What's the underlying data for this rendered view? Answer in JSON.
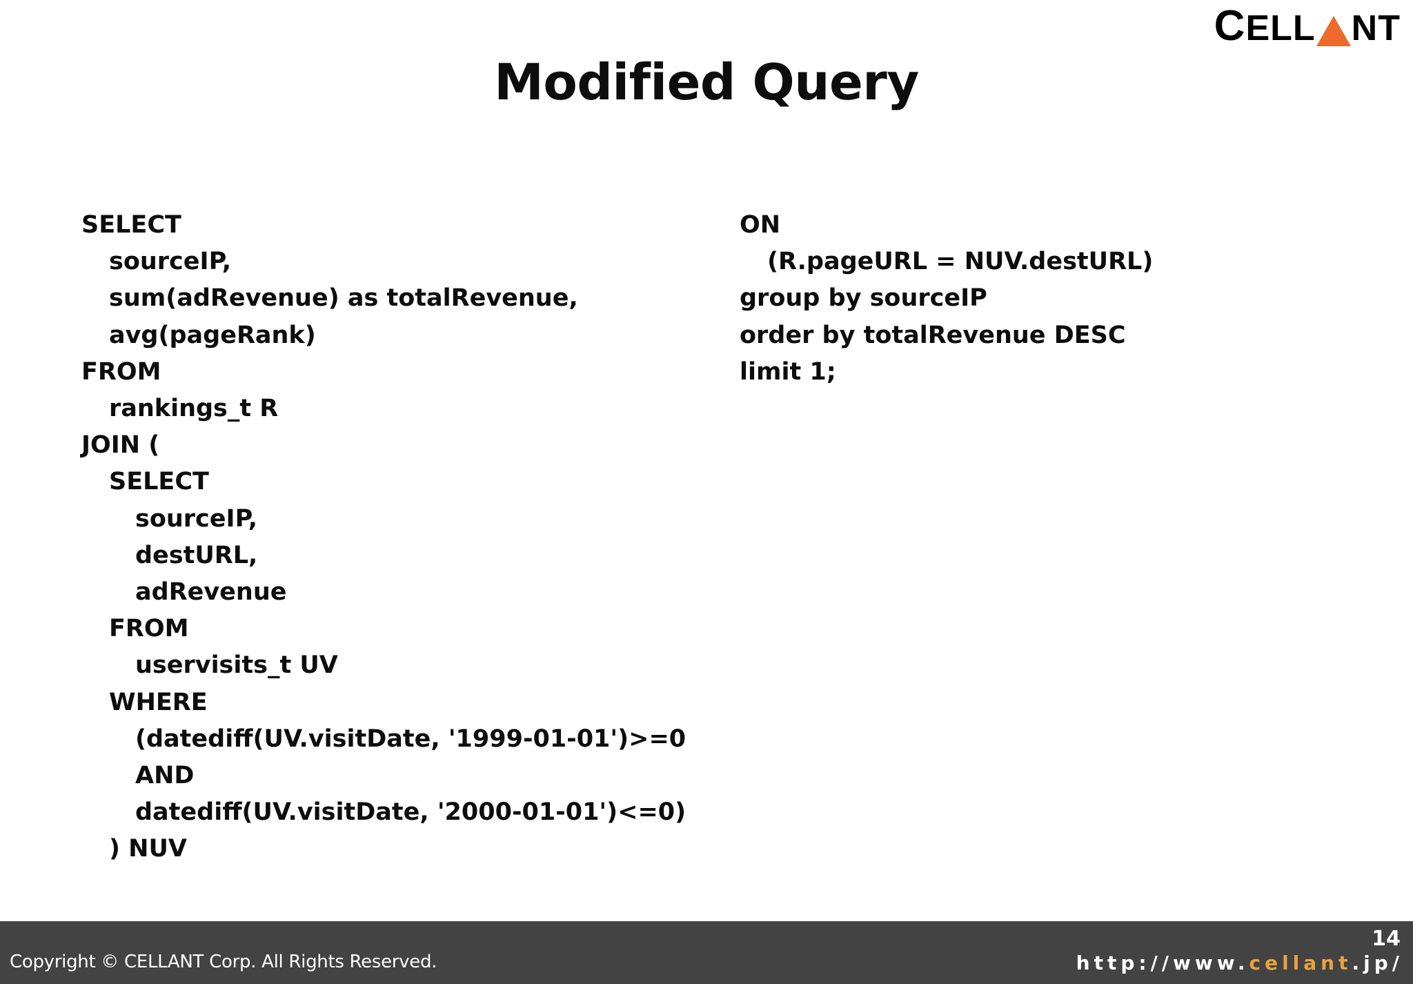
{
  "brand": {
    "logo_text_part1": "C",
    "logo_text_part2": "ELL",
    "logo_text_part3": "NT",
    "logo_full_text": "CELLANT",
    "accent_color": "#EC6B2D",
    "triangle_icon_name": "orange-triangle-letter-a"
  },
  "slide": {
    "title": "Modified Query"
  },
  "query": {
    "left_column": [
      {
        "indent": 0,
        "text": "SELECT"
      },
      {
        "indent": 1,
        "text": "sourceIP,"
      },
      {
        "indent": 1,
        "text": "sum(adRevenue) as totalRevenue,"
      },
      {
        "indent": 1,
        "text": "avg(pageRank)"
      },
      {
        "indent": 0,
        "text": "FROM"
      },
      {
        "indent": 1,
        "text": "rankings_t R"
      },
      {
        "indent": 0,
        "text": "JOIN ("
      },
      {
        "indent": 1,
        "text": "SELECT"
      },
      {
        "indent": 2,
        "text": "sourceIP,"
      },
      {
        "indent": 2,
        "text": "destURL,"
      },
      {
        "indent": 2,
        "text": "adRevenue"
      },
      {
        "indent": 1,
        "text": "FROM"
      },
      {
        "indent": 2,
        "text": "uservisits_t UV"
      },
      {
        "indent": 1,
        "text": "WHERE"
      },
      {
        "indent": 2,
        "text": "(datediff(UV.visitDate, '1999-01-01')>=0"
      },
      {
        "indent": 2,
        "text": "AND"
      },
      {
        "indent": 2,
        "text": "datediff(UV.visitDate, '2000-01-01')<=0)"
      },
      {
        "indent": 1,
        "text": ") NUV"
      }
    ],
    "right_column": [
      {
        "indent": 0,
        "text": "ON"
      },
      {
        "indent": 1,
        "text": "(R.pageURL = NUV.destURL)"
      },
      {
        "indent": 0,
        "text": "group by sourceIP"
      },
      {
        "indent": 0,
        "text": "order by totalRevenue DESC"
      },
      {
        "indent": 0,
        "text": "limit 1;"
      }
    ]
  },
  "footer": {
    "copyright": "Copyright © CELLANT Corp. All Rights Reserved.",
    "page_number": "14",
    "url_prefix": "http://www.",
    "url_accent": "cellant",
    "url_suffix": ".jp/",
    "background_color": "#434343",
    "url_accent_color": "#E8A33D"
  }
}
